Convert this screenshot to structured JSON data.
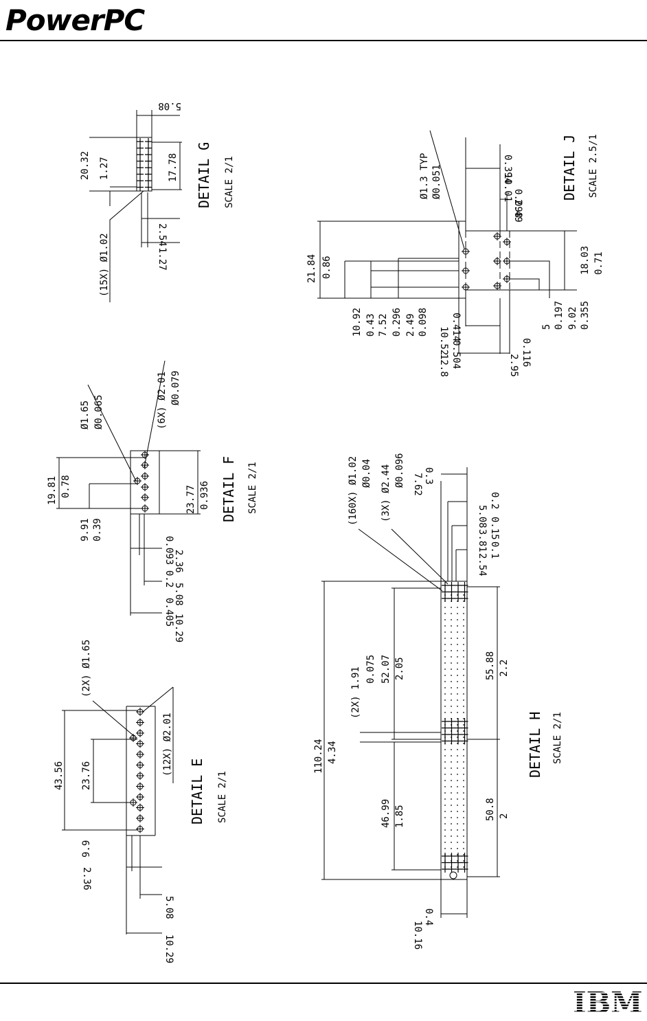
{
  "header": {
    "brand": "PowerPC"
  },
  "footer": {
    "logo": "IBM"
  },
  "details": {
    "g": {
      "title": "DETAIL  G",
      "scale": "SCALE 2/1",
      "dims": {
        "a": "5.08",
        "b": "20.32",
        "c": "1.27",
        "d": "17.78",
        "e": "2.54",
        "f": "1.27",
        "holes": "(15X) Ø1.02"
      }
    },
    "j": {
      "title": "DETAIL  J",
      "scale": "SCALE 2.5/1",
      "dims": {
        "hole1": "Ø1.3 TYP",
        "hole2": "Ø0.051",
        "d394": "0.394",
        "d1001": "10.01",
        "d098": "0.098",
        "d249": "2.49",
        "d2184": "21.84",
        "d086": "0.86",
        "d1803": "18.03",
        "d071": "0.71",
        "d1092": "10.92",
        "d043": "0.43",
        "d752": "7.52",
        "d0296": "0.296",
        "d249b": "2.49",
        "d0098": "0.098",
        "d0414": "0.414",
        "d1052": "10.52",
        "d0504": "0.504",
        "d128": "12.8",
        "d5": "5",
        "d0197": "0.197",
        "d902": "9.02",
        "d0355": "0.355",
        "d0116": "0.116",
        "d295": "2.95"
      }
    },
    "f": {
      "title": "DETAIL  F",
      "scale": "SCALE 2/1",
      "dims": {
        "h1": "Ø1.65",
        "h2": "Ø0.065",
        "h3": "(6X) Ø2.01",
        "h4": "Ø0.079",
        "d1981": "19.81",
        "d078": "0.78",
        "d2377": "23.77",
        "d0936": "0.936",
        "d991": "9.91",
        "d039": "0.39",
        "d0093": "0.093",
        "d236": "2.36",
        "d02": "0.2",
        "d508": "5.08",
        "d0405": "0.405",
        "d1029": "10.29"
      }
    },
    "e": {
      "title": "DETAIL  E",
      "scale": "SCALE 2/1",
      "dims": {
        "h1": "(2X) Ø1.65",
        "h2": "(12X) Ø2.01",
        "d4356": "43.56",
        "d2376": "23.76",
        "d99": "9.9",
        "d236": "2.36",
        "d508": "5.08",
        "d1029": "10.29"
      }
    },
    "h": {
      "title": "DETAIL  H",
      "scale": "SCALE 2/1",
      "dims": {
        "h1": "(160X) Ø1.02",
        "h2": "Ø0.04",
        "h3": "(3X) Ø2.44",
        "h4": "Ø0.096",
        "d03": "0.3",
        "d762": "7.62",
        "d02": "0.2",
        "d508": "5.08",
        "d015": "0.15",
        "d381": "3.81",
        "d01": "0.1",
        "d254": "2.54",
        "d11024": "110.24",
        "d434": "4.34",
        "d191": "(2X) 1.91",
        "d0075": "0.075",
        "d5207": "52.07",
        "d205": "2.05",
        "d4699": "46.99",
        "d185": "1.85",
        "d5588": "55.88",
        "d22": "2.2",
        "d508b": "50.8",
        "d2": "2",
        "d04": "0.4",
        "d1016": "10.16"
      }
    }
  }
}
